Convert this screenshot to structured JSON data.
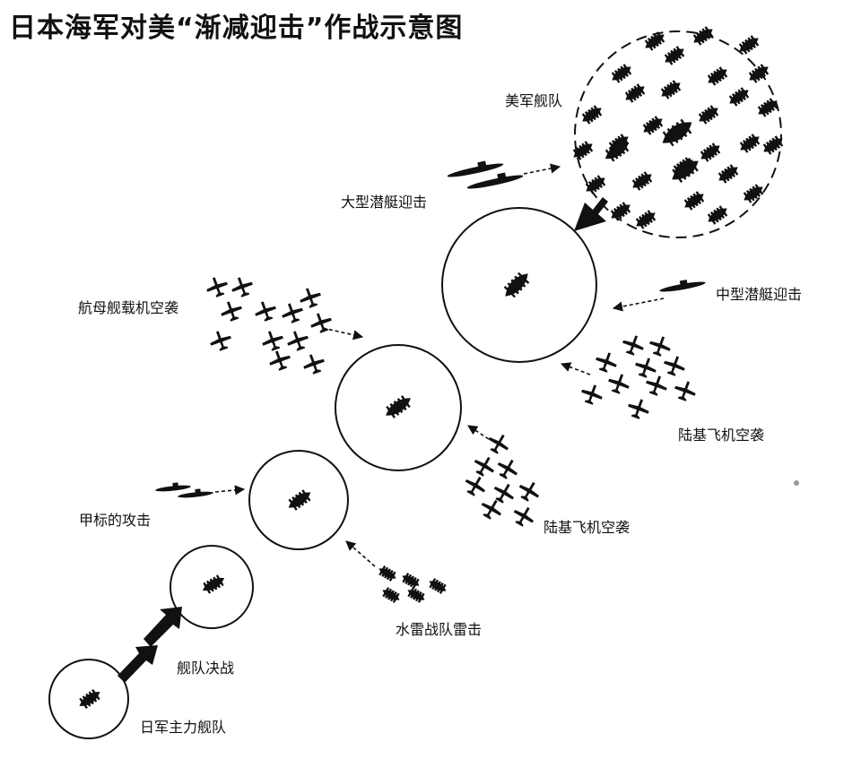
{
  "title": "日本海军对美“渐减迎击”作战示意图",
  "labels": {
    "us_fleet": "美军舰队",
    "large_submarine": "大型潜艇迎击",
    "medium_submarine": "中型潜艇迎击",
    "carrier_air": "航母舰载机空袭",
    "land_air_1": "陆基飞机空袭",
    "land_air_2": "陆基飞机空袭",
    "deck_attack": "甲标的攻击",
    "torpedo_squadron": "水雷战队雷击",
    "fleet_battle": "舰队决战",
    "jp_main_fleet": "日军主力舰队"
  },
  "icons": {
    "ship": "ship-icon",
    "plane": "plane-icon",
    "submarine": "submarine-icon"
  },
  "colors": {
    "ink": "#111111",
    "background": "#ffffff"
  }
}
